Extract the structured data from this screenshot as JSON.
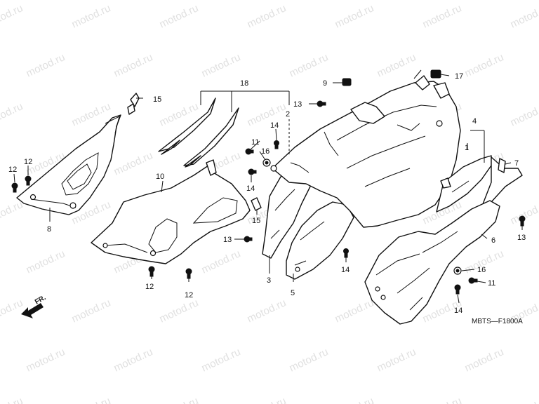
{
  "watermark": "motod.ru",
  "diagram_code": "MBTS—F1800A",
  "front_arrow_label": "FR.",
  "callouts": {
    "c1": "1",
    "c2": "2",
    "c3": "3",
    "c4": "4",
    "c5": "5",
    "c6": "6",
    "c7": "7",
    "c8": "8",
    "c9": "9",
    "c10": "10",
    "c11": "11",
    "c12": "12",
    "c13": "13",
    "c14": "14",
    "c15": "15",
    "c16": "16",
    "c17": "17",
    "c18": "18"
  }
}
